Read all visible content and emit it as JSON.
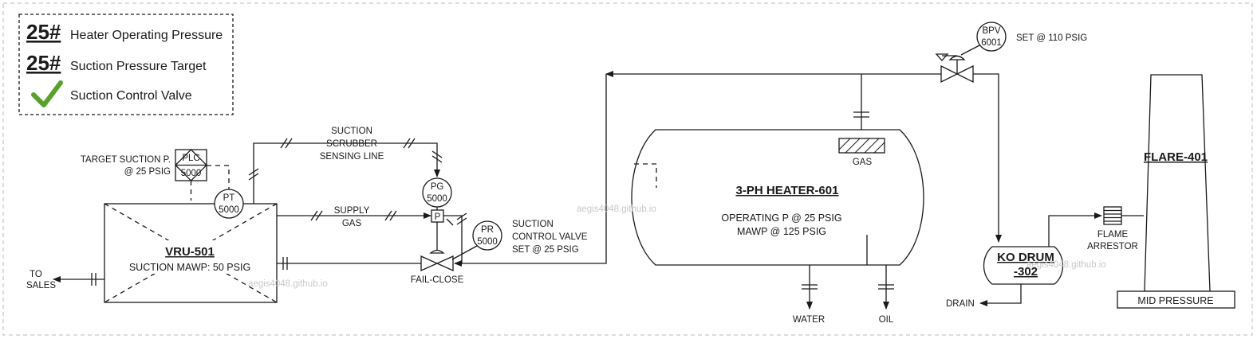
{
  "legend": {
    "items": [
      {
        "symbol": "25#",
        "label": "Heater Operating Pressure"
      },
      {
        "symbol": "25#",
        "label": "Suction Pressure Target"
      },
      {
        "symbol": "",
        "label": "Suction Control Valve"
      }
    ],
    "check_color": "#5aa02c"
  },
  "vru": {
    "name": "VRU-501",
    "spec": "SUCTION MAWP: 50 PSIG"
  },
  "heater": {
    "name": "3-PH HEATER-601",
    "operating": "OPERATING P @ 25 PSIG",
    "mawp": "MAWP @ 125 PSIG",
    "gas": "GAS"
  },
  "ko_drum": {
    "name_line1": "KO DRUM",
    "name_line2": "-302",
    "drain": "DRAIN"
  },
  "flare": {
    "name": "FLARE-401",
    "base": "MID PRESSURE",
    "arrestor_line1": "FLAME",
    "arrestor_line2": "ARRESTOR"
  },
  "instruments": {
    "plc": {
      "tag": "PLC",
      "num": "5000"
    },
    "pt": {
      "tag": "PT",
      "num": "5000"
    },
    "pg": {
      "tag": "PG",
      "num": "5000"
    },
    "pr": {
      "tag": "PR",
      "num": "5000"
    },
    "bpv": {
      "tag": "BPV",
      "num": "6001",
      "set": "SET @ 110 PSIG"
    },
    "p_box": "P"
  },
  "labels": {
    "target_line1": "TARGET SUCTION P.",
    "target_line2": "@ 25 PSIG",
    "sensing_line1": "SUCTION",
    "sensing_line2": "SCRUBBER",
    "sensing_line3": "SENSING LINE",
    "supply_line1": "SUPPLY",
    "supply_line2": "GAS",
    "scv_line1": "SUCTION",
    "scv_line2": "CONTROL VALVE",
    "scv_line3": "SET @ 25 PSIG",
    "fail_close": "FAIL-CLOSE",
    "to_sales_line1": "TO",
    "to_sales_line2": "SALES",
    "water": "WATER",
    "oil": "OIL"
  },
  "watermark": "aegis4048.github.io"
}
